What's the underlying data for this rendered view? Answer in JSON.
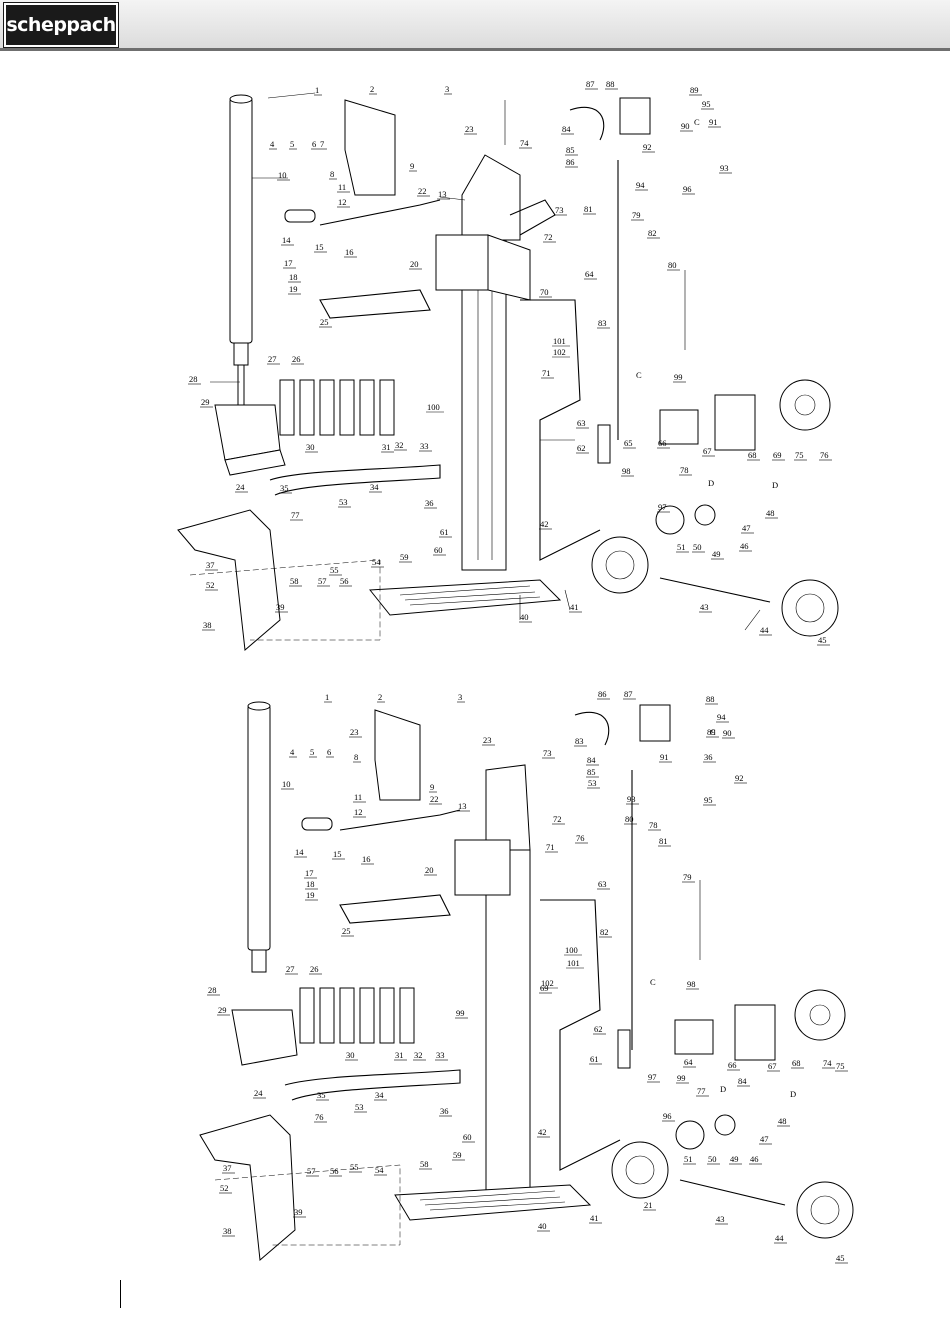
{
  "header": {
    "logo_text": "scheppach"
  },
  "accent_colors": {
    "logo_bg": "#1a1a1a",
    "header_rule": "#6f6f6f"
  },
  "diagram_top": {
    "parts": [
      "1",
      "2",
      "3",
      "4",
      "5",
      "6",
      "7",
      "8",
      "9",
      "10",
      "11",
      "12",
      "13",
      "14",
      "15",
      "16",
      "17",
      "18",
      "19",
      "20",
      "22",
      "23",
      "24",
      "25",
      "26",
      "27",
      "28",
      "29",
      "30",
      "31",
      "32",
      "33",
      "34",
      "35",
      "36",
      "37",
      "38",
      "39",
      "40",
      "41",
      "42",
      "43",
      "44",
      "45",
      "46",
      "47",
      "48",
      "49",
      "50",
      "51",
      "52",
      "53",
      "54",
      "55",
      "56",
      "57",
      "58",
      "59",
      "60",
      "61",
      "62",
      "63",
      "64",
      "65",
      "66",
      "67",
      "68",
      "69",
      "70",
      "71",
      "72",
      "73",
      "74",
      "75",
      "76",
      "77",
      "78",
      "79",
      "80",
      "81",
      "82",
      "83",
      "84",
      "85",
      "86",
      "87",
      "88",
      "89",
      "90",
      "91",
      "92",
      "93",
      "94",
      "95",
      "96",
      "97",
      "98",
      "99",
      "100",
      "101",
      "102"
    ],
    "connectors": [
      "C",
      "C",
      "D",
      "D"
    ]
  },
  "diagram_bottom": {
    "parts": [
      "1",
      "2",
      "3",
      "4",
      "5",
      "6",
      "8",
      "9",
      "10",
      "11",
      "12",
      "13",
      "14",
      "15",
      "16",
      "17",
      "18",
      "19",
      "20",
      "21",
      "22",
      "23",
      "23",
      "24",
      "25",
      "26",
      "27",
      "28",
      "29",
      "30",
      "31",
      "32",
      "33",
      "34",
      "35",
      "36",
      "36",
      "37",
      "38",
      "39",
      "40",
      "41",
      "42",
      "43",
      "44",
      "45",
      "46",
      "47",
      "48",
      "49",
      "50",
      "51",
      "52",
      "53",
      "53",
      "54",
      "55",
      "56",
      "57",
      "58",
      "59",
      "60",
      "61",
      "62",
      "63",
      "64",
      "66",
      "67",
      "68",
      "69",
      "71",
      "72",
      "73",
      "74",
      "75",
      "76",
      "76",
      "77",
      "78",
      "79",
      "80",
      "81",
      "82",
      "83",
      "84",
      "84",
      "85",
      "86",
      "87",
      "88",
      "89",
      "90",
      "91",
      "92",
      "93",
      "94",
      "95",
      "96",
      "97",
      "98",
      "99",
      "99",
      "100",
      "101",
      "102"
    ],
    "connectors": [
      "C",
      "C",
      "D",
      "D"
    ]
  }
}
